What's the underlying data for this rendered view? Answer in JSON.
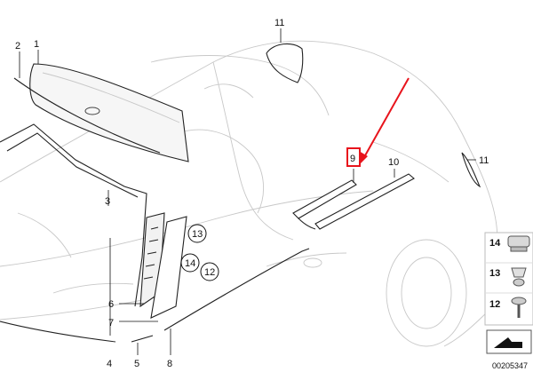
{
  "diagram": {
    "callouts": [
      "1",
      "2",
      "3",
      "4",
      "5",
      "6",
      "7",
      "8",
      "9",
      "10",
      "11",
      "11",
      "12",
      "13",
      "14",
      "12"
    ],
    "circled_callouts": [
      "13",
      "14",
      "12"
    ],
    "legend": {
      "items": [
        "14",
        "13",
        "12"
      ]
    },
    "document_number": "00205347",
    "colors": {
      "highlight": "#e8141c",
      "line": "#222222",
      "ghost": "#c8c8c8"
    }
  }
}
